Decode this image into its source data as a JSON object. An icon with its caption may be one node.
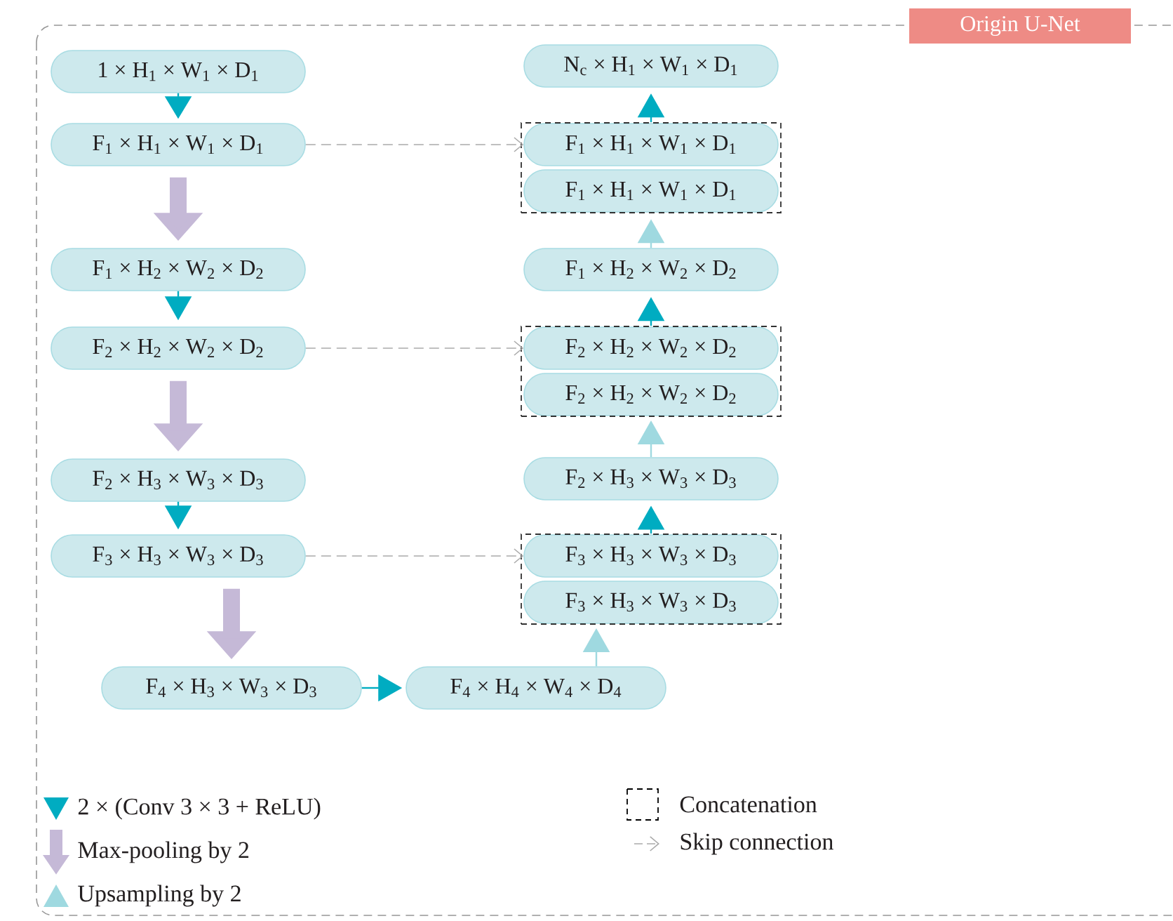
{
  "diagram": {
    "nodes": [
      {
        "text": [
          "Origin U-Net"
        ]
      },
      {
        "text": [
          "1 × H$_{1}$ × W$_{1}$ × D$_{1}$"
        ]
      },
      {
        "text": [
          "F$_{1}$ × H$_{1}$ × W$_{1}$ × D$_{1}$"
        ]
      },
      {
        "text": [
          "F$_{1}$ × H$_{2}$ × W$_{2}$ × D$_{2}$"
        ]
      },
      {
        "text": [
          "F$_{2}$ × H$_{2}$ × W$_{2}$ × D$_{2}$"
        ]
      },
      {
        "text": [
          "F$_{2}$ × H$_{3}$ × W$_{3}$ × D$_{3}$"
        ]
      },
      {
        "text": [
          "F$_{3}$ × H$_{3}$ × W$_{3}$ × D$_{3}$"
        ]
      },
      {
        "text": [
          "F$_{4}$ × H$_{3}$ × W$_{3}$ × D$_{3}$"
        ]
      },
      {
        "text": [
          "F$_{4}$ × H$_{4}$ × W$_{4}$ × D$_{4}$"
        ]
      },
      {
        "text": [
          "N$_{c}$ × H$_{1}$ × W$_{1}$ × D$_{1}$"
        ]
      },
      {
        "text": [],
        "shape": "box"
      },
      {
        "text": [
          "F$_{1}$ × H$_{1}$ × W$_{1}$ × D$_{1}$"
        ],
        "in": 10
      },
      {
        "text": [
          "F$_{1}$ × H$_{1}$ × W$_{1}$ × D$_{1}$"
        ],
        "in": 10
      },
      {
        "text": [
          "F$_{1}$ × H$_{2}$ × W$_{2}$ × D$_{2}$"
        ]
      },
      {
        "text": [],
        "shape": "box"
      },
      {
        "text": [
          "F$_{2}$ × H$_{2}$ × W$_{2}$ × D$_{2}$"
        ],
        "in": 14
      },
      {
        "text": [
          "F$_{2}$ × H$_{2}$ × W$_{2}$ × D$_{2}$"
        ],
        "in": 14
      },
      {
        "text": [
          "F$_{2}$ × H$_{3}$ × W$_{3}$ × D$_{3}$"
        ]
      },
      {
        "text": [],
        "shape": "box"
      },
      {
        "text": [
          "F$_{3}$ × H$_{3}$ × W$_{3}$ × D$_{3}$"
        ],
        "in": 18
      },
      {
        "text": [
          "F$_{3}$ × H$_{3}$ × W$_{3}$ × D$_{3}$"
        ],
        "in": 18
      }
    ],
    "edges": [
      {
        "from": 1,
        "to": 2,
        "arrow": "to"
      },
      {
        "from": 2,
        "to": 3,
        "arrow": "to",
        "style": "thick",
        "color": "#c5b9d7"
      },
      {
        "from": 3,
        "to": 4,
        "arrow": "to"
      },
      {
        "from": 4,
        "to": 5,
        "arrow": "to",
        "style": "thick",
        "color": "#c5b9d7"
      },
      {
        "from": 5,
        "to": 6,
        "arrow": "to"
      },
      {
        "from": 6,
        "to": 7,
        "arrow": "to",
        "style": "thick",
        "color": "#c5b9d7"
      },
      {
        "from": 7,
        "to": 8,
        "arrow": "to"
      },
      {
        "from": 8,
        "to": 18,
        "arrow": "to",
        "color": "#9fd9e0"
      },
      {
        "from": 18,
        "to": 17,
        "arrow": "to"
      },
      {
        "from": 17,
        "to": 14,
        "arrow": "to",
        "color": "#9fd9e0"
      },
      {
        "from": 14,
        "to": 13,
        "arrow": "to"
      },
      {
        "from": 13,
        "to": 10,
        "arrow": "to",
        "color": "#9fd9e0"
      },
      {
        "from": 10,
        "to": 9,
        "arrow": "to"
      },
      {
        "from": 2,
        "to": 11,
        "arrow": "to",
        "style": "dashed",
        "color": "#aaaaaa"
      },
      {
        "from": 4,
        "to": 15,
        "arrow": "to",
        "style": "dashed",
        "color": "#aaaaaa"
      },
      {
        "from": 6,
        "to": 19,
        "arrow": "to",
        "style": "dashed",
        "color": "#aaaaaa"
      }
    ],
    "legend": [
      {
        "text": "2 × (Conv 3 × 3 + ReLU)"
      },
      {
        "text": "Max-pooling by 2"
      },
      {
        "text": "Upsampling by 2"
      },
      {
        "text": "Concatenation"
      },
      {
        "text": "Skip connection"
      }
    ]
  }
}
